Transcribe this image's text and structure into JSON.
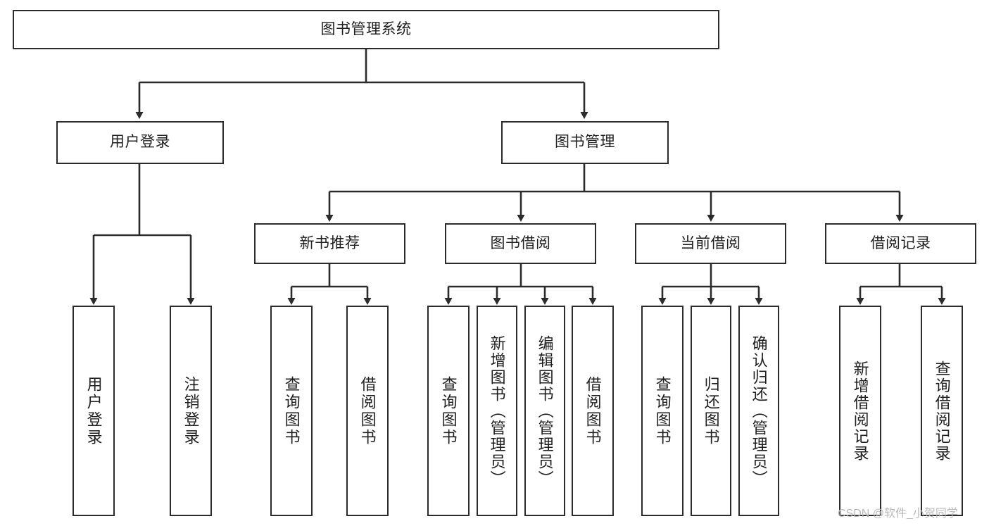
{
  "diagram": {
    "title": "图书管理系统",
    "type": "tree-hierarchy",
    "levels": 4,
    "stroke_color": "#2b2b2b",
    "text_color": "#1f1f1f",
    "background_color": "#ffffff"
  },
  "nodes": {
    "root": {
      "label": "图书管理系统"
    },
    "level2": [
      {
        "id": "user-login",
        "label": "用户登录"
      },
      {
        "id": "book-manage",
        "label": "图书管理"
      }
    ],
    "level3": [
      {
        "id": "new-book-recommend",
        "label": "新书推荐"
      },
      {
        "id": "book-borrow",
        "label": "图书借阅"
      },
      {
        "id": "current-borrow",
        "label": "当前借阅"
      },
      {
        "id": "borrow-record",
        "label": "借阅记录"
      }
    ],
    "leaves": [
      {
        "id": "leaf-user-login",
        "label": "用户登录",
        "parent": "user-login"
      },
      {
        "id": "leaf-logout-login",
        "label": "注销登录",
        "parent": "user-login"
      },
      {
        "id": "leaf-query-book-1",
        "label": "查询图书",
        "parent": "new-book-recommend"
      },
      {
        "id": "leaf-borrow-book-1",
        "label": "借阅图书",
        "parent": "new-book-recommend"
      },
      {
        "id": "leaf-query-book-2",
        "label": "查询图书",
        "parent": "book-borrow"
      },
      {
        "id": "leaf-add-book",
        "label": "新增图书（管理员）",
        "parent": "book-borrow"
      },
      {
        "id": "leaf-edit-book",
        "label": "编辑图书（管理员）",
        "parent": "book-borrow"
      },
      {
        "id": "leaf-borrow-book-2",
        "label": "借阅图书",
        "parent": "book-borrow"
      },
      {
        "id": "leaf-query-book-3",
        "label": "查询图书",
        "parent": "current-borrow"
      },
      {
        "id": "leaf-return-book",
        "label": "归还图书",
        "parent": "current-borrow"
      },
      {
        "id": "leaf-confirm-return",
        "label": "确认归还（管理员）",
        "parent": "current-borrow"
      },
      {
        "id": "leaf-add-record",
        "label": "新增借阅记录",
        "parent": "borrow-record"
      },
      {
        "id": "leaf-query-record",
        "label": "查询借阅记录",
        "parent": "borrow-record"
      }
    ]
  },
  "watermark": {
    "text": "CSDN @软件_小贺同学"
  }
}
